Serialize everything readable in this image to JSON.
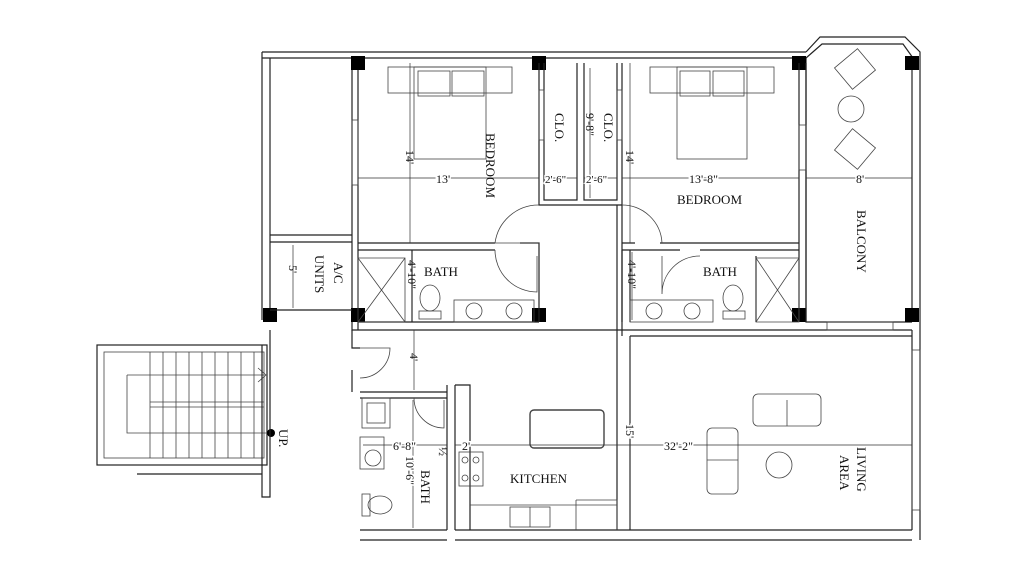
{
  "plan": {
    "rooms": {
      "bedroom1": "BEDROOM",
      "bedroom2": "BEDROOM",
      "closet1": "CLO.",
      "closet2": "CLO.",
      "balcony": "BALCONY",
      "ac_units_line1": "A/C",
      "ac_units_line2": "UNITS",
      "bath1": "BATH",
      "bath2": "BATH",
      "half_bath_fraction": "½",
      "half_bath": "BATH",
      "kitchen": "KITCHEN",
      "living_line1": "LIVING",
      "living_line2": "AREA",
      "stairs": "UP."
    },
    "dimensions": {
      "bed1_width": "13'",
      "bed1_depth": "14'",
      "closet1_width": "2'-6\"",
      "closet2_width": "2'-6\"",
      "closet2_depth": "9'-8\"",
      "bed2_width": "13'-8\"",
      "bed2_depth": "14'",
      "balcony_width": "8'",
      "ac_width": "5'",
      "bath1_depth": "4'-10\"",
      "bath2_depth": "4'-10\"",
      "hall": "4'",
      "half_bath_width": "6'-8\"",
      "half_bath_depth": "10'-6\"",
      "kitchen_counter": "2'",
      "overall_width": "32'-2\"",
      "living_depth": "15'"
    }
  }
}
